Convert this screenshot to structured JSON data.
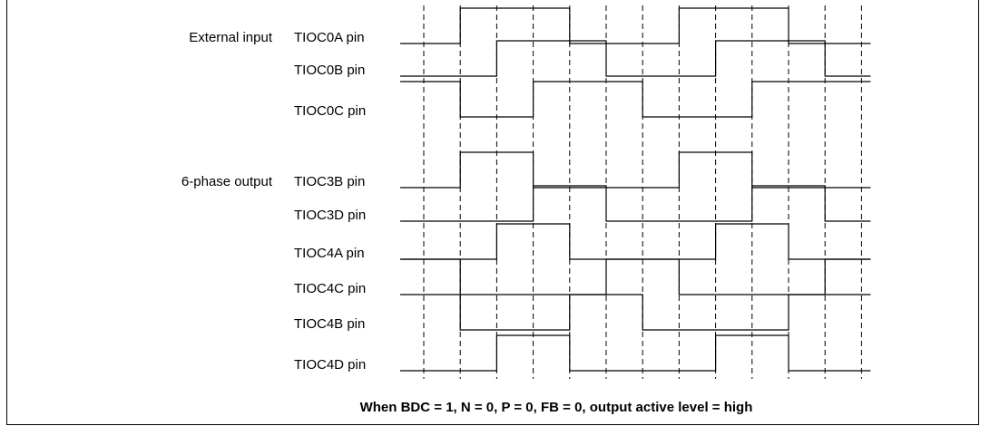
{
  "groups": {
    "external": "External input",
    "output": "6-phase output"
  },
  "time_steps": 12,
  "signals": [
    {
      "name": "TIOC0A pin",
      "group": "external",
      "levels": [
        0,
        1,
        1,
        1,
        0,
        0,
        0,
        1,
        1,
        1,
        0,
        0,
        0
      ]
    },
    {
      "name": "TIOC0B pin",
      "group": "",
      "levels": [
        0,
        0,
        1,
        1,
        1,
        0,
        0,
        0,
        1,
        1,
        1,
        0,
        0
      ]
    },
    {
      "name": "TIOC0C pin",
      "group": "",
      "levels": [
        1,
        0,
        0,
        1,
        1,
        1,
        0,
        0,
        0,
        1,
        1,
        1,
        1
      ]
    },
    {
      "name": "TIOC3B pin",
      "group": "output",
      "levels": [
        0,
        1,
        1,
        0,
        0,
        0,
        0,
        1,
        1,
        0,
        0,
        0,
        0
      ]
    },
    {
      "name": "TIOC3D pin",
      "group": "",
      "levels": [
        0,
        0,
        0,
        1,
        1,
        0,
        0,
        0,
        0,
        1,
        1,
        0,
        0
      ]
    },
    {
      "name": "TIOC4A pin",
      "group": "",
      "levels": [
        0,
        0,
        1,
        1,
        0,
        0,
        0,
        0,
        1,
        1,
        0,
        0,
        0
      ]
    },
    {
      "name": "TIOC4C pin",
      "group": "",
      "levels": [
        1,
        0,
        0,
        0,
        0,
        1,
        1,
        0,
        0,
        0,
        0,
        1,
        1
      ]
    },
    {
      "name": "TIOC4B pin",
      "group": "",
      "levels": [
        1,
        0,
        0,
        0,
        1,
        1,
        0,
        0,
        0,
        0,
        1,
        1,
        1
      ]
    },
    {
      "name": "TIOC4D pin",
      "group": "",
      "levels": [
        0,
        0,
        1,
        1,
        0,
        0,
        0,
        0,
        1,
        1,
        0,
        0,
        0
      ]
    }
  ],
  "caption": "When BDC = 1, N = 0, P = 0, FB = 0, output active level = high"
}
